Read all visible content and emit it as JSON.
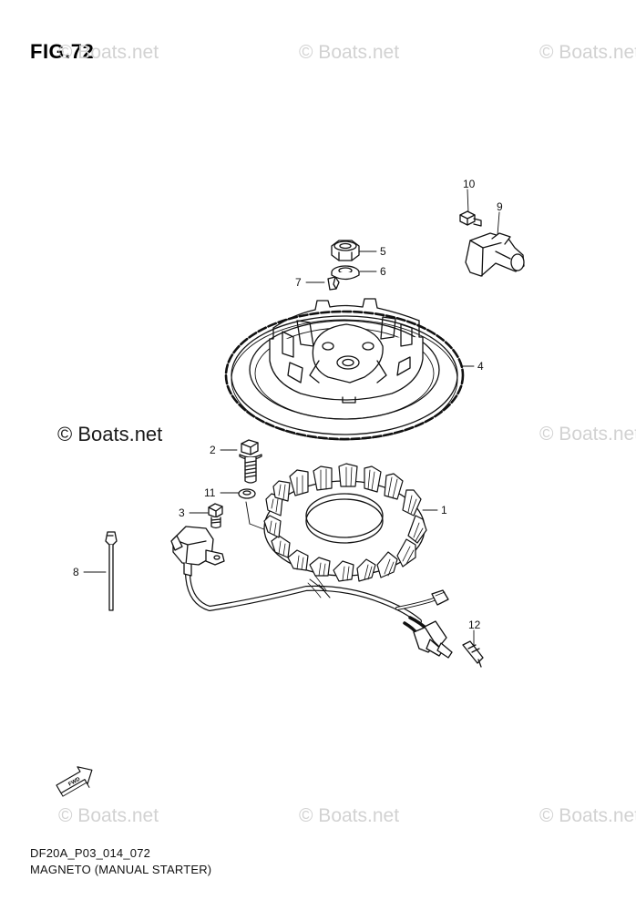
{
  "figure": {
    "title": "FIG.72",
    "code": "DF20A_P03_014_072",
    "caption": "MAGNETO (MANUAL STARTER)"
  },
  "watermark": {
    "text": "© Boats.net"
  },
  "direction_marker": {
    "label": "FWD",
    "icon": "forward-arrow-icon"
  },
  "parts": [
    {
      "callout": "1",
      "part": "stator-coil"
    },
    {
      "callout": "2",
      "part": "flange-bolt"
    },
    {
      "callout": "3",
      "part": "pulser-mount-bolt"
    },
    {
      "callout": "4",
      "part": "flywheel-rotor"
    },
    {
      "callout": "5",
      "part": "flywheel-nut"
    },
    {
      "callout": "6",
      "part": "washer"
    },
    {
      "callout": "7",
      "part": "woodruff-key"
    },
    {
      "callout": "8",
      "part": "cable-tie"
    },
    {
      "callout": "9",
      "part": "pulser-sensor"
    },
    {
      "callout": "10",
      "part": "sensor-bolt"
    },
    {
      "callout": "11",
      "part": "spacer-washer"
    },
    {
      "callout": "12",
      "part": "terminal-pin"
    }
  ]
}
